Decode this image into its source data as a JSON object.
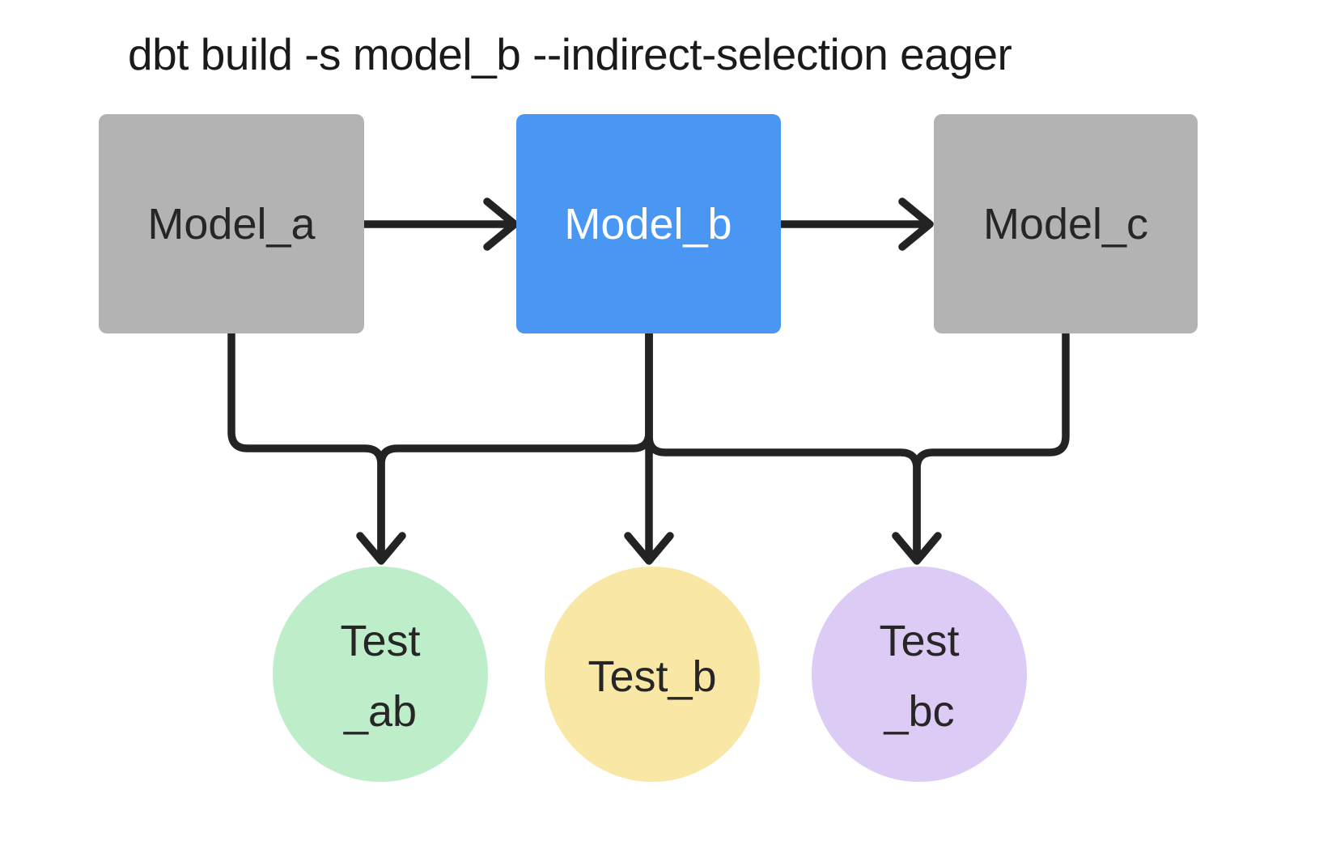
{
  "title": "dbt build -s model_b --indirect-selection eager",
  "colors": {
    "background": "#ffffff",
    "edge": "#232323",
    "title_text": "#1a1a1a",
    "model_fill": "#b3b3b3",
    "selected_model_fill": "#4997f3",
    "model_text": "#262626",
    "selected_model_text": "#ffffff",
    "test_ab_fill": "#bdedc9",
    "test_b_fill": "#f9e7a6",
    "test_bc_fill": "#dccbf4",
    "test_text": "#262626"
  },
  "nodes": {
    "model_a": {
      "label": "Model_a"
    },
    "model_b": {
      "label": "Model_b"
    },
    "model_c": {
      "label": "Model_c"
    },
    "test_ab": {
      "line1": "Test",
      "line2": "_ab"
    },
    "test_b": {
      "label": "Test_b"
    },
    "test_bc": {
      "line1": "Test",
      "line2": "_bc"
    }
  },
  "edges": [
    {
      "from": "Model_a",
      "to": "Model_b"
    },
    {
      "from": "Model_b",
      "to": "Model_c"
    },
    {
      "from": "Model_a",
      "to": "Test_ab"
    },
    {
      "from": "Model_b",
      "to": "Test_ab"
    },
    {
      "from": "Model_b",
      "to": "Test_b"
    },
    {
      "from": "Model_b",
      "to": "Test_bc"
    },
    {
      "from": "Model_c",
      "to": "Test_bc"
    }
  ]
}
